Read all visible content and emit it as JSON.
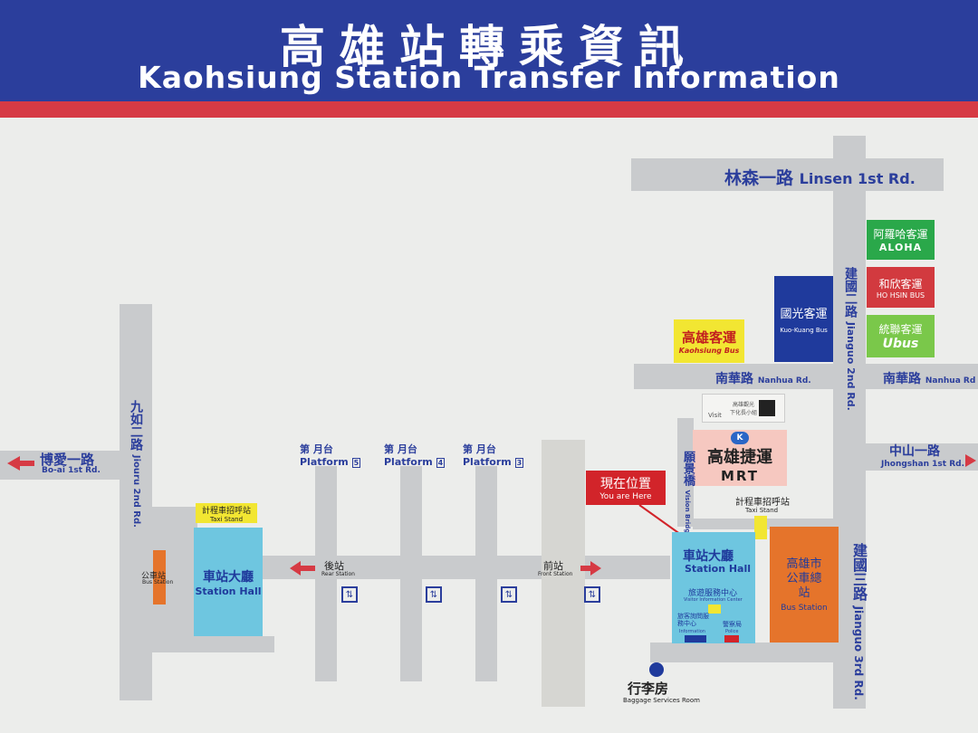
{
  "header": {
    "title_zh": "高雄站轉乘資訊",
    "title_en": "Kaohsiung Station Transfer Information"
  },
  "roads": {
    "linsen": {
      "zh": "林森一路",
      "en": "Linsen 1st Rd."
    },
    "nanhua_left": {
      "zh": "南華路",
      "en": "Nanhua Rd."
    },
    "nanhua_right": {
      "zh": "南華路",
      "en": "Nanhua Rd"
    },
    "jianguo2": {
      "zh": "建國二路",
      "en": "Jianguo 2nd Rd."
    },
    "jianguo3": {
      "zh": "建國三路",
      "en": "Jianguo 3rd Rd."
    },
    "zhongshan": {
      "zh": "中山一路",
      "en": "Jhongshan 1st Rd."
    },
    "boai": {
      "zh": "博愛一路",
      "en": "Bo-ai 1st Rd."
    },
    "jiouru": {
      "zh": "九如二路",
      "en": "Jiouru 2nd Rd."
    },
    "vision_bridge": {
      "zh": "願景橋",
      "en": "Vision Bridge"
    }
  },
  "bus_companies": {
    "aloha": {
      "zh": "阿羅哈客運",
      "en": "ALOHA"
    },
    "hohsin": {
      "zh": "和欣客運",
      "en": "HO HSIN BUS"
    },
    "ubus": {
      "zh": "統聯客運",
      "en": "Ubus"
    },
    "kuokuang": {
      "zh": "國光客運",
      "en": "Kuo-Kuang Bus"
    },
    "kaohsiung_bus": {
      "zh": "高雄客運",
      "en": "Kaohsiung Bus"
    }
  },
  "mrt": {
    "zh": "高雄捷運",
    "en": "MRT"
  },
  "platforms": [
    {
      "zh": "第 月台",
      "en": "Platform",
      "num": "5"
    },
    {
      "zh": "第 月台",
      "en": "Platform",
      "num": "4"
    },
    {
      "zh": "第 月台",
      "en": "Platform",
      "num": "3"
    }
  ],
  "you_are_here": {
    "zh": "現在位置",
    "en": "You are Here"
  },
  "taxi_left": {
    "zh": "計程車招呼站",
    "en": "Taxi Stand"
  },
  "taxi_right": {
    "zh": "計程車招呼站",
    "en": "Taxi Stand"
  },
  "station_hall_left": {
    "zh": "車站大廳",
    "en": "Station Hall"
  },
  "station_hall_right": {
    "zh": "車站大廳",
    "en": "Station Hall"
  },
  "visitor_center": {
    "zh": "旅遊服務中心",
    "en": "Visitor Information Center"
  },
  "info_desk": {
    "zh": "旅客詢問服務中心",
    "en": "Information"
  },
  "police": {
    "zh": "警察局",
    "en": "Police"
  },
  "bus_station_small": {
    "zh": "公車站",
    "en": "Bus Station"
  },
  "bus_station_main": {
    "zh": "高雄市公車總站",
    "en": "Bus Station"
  },
  "rear_station": {
    "zh": "後站",
    "en": "Rear Station"
  },
  "front_station": {
    "zh": "前站",
    "en": "Front Station"
  },
  "baggage": {
    "zh": "行李房",
    "en": "Baggage Services Room"
  },
  "visitor_notice": {
    "zh": "高雄觀光",
    "sub": "下化長小組",
    "label": "Visit"
  },
  "colors": {
    "header_blue": "#2b3e9c",
    "header_red": "#d63a44",
    "road": "#c9cbcd",
    "hall": "#6ec6e0",
    "bus_orange": "#e5742b",
    "aloha_green": "#2aa84a",
    "hohsin_red": "#d23a3f",
    "ubus_green": "#7ac84a",
    "kuokuang_blue": "#1f3a9c",
    "kaohsiung_yellow": "#f2e632",
    "mrt_pink": "#f6c8c0"
  },
  "icons": [
    "arrow-left-icon",
    "arrow-right-icon",
    "elevator-icon",
    "location-pin-icon",
    "baggage-dot-icon",
    "mrt-logo-icon"
  ]
}
